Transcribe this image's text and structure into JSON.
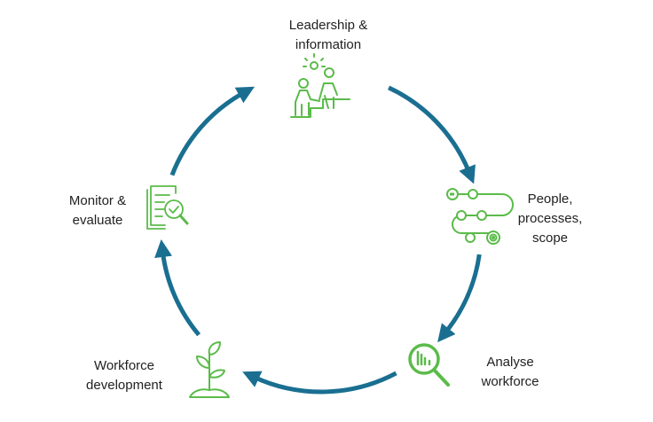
{
  "colors": {
    "arrow": "#1a6f91",
    "icon": "#5bbb4a",
    "text": "#222222"
  },
  "steps": [
    {
      "label": "Leadership & information",
      "lines": [
        "Leadership &",
        "information"
      ],
      "icon": "leadership-climb-icon"
    },
    {
      "label": "People, processes, scope",
      "lines": [
        "People,",
        "processes,",
        "scope"
      ],
      "icon": "process-path-icon"
    },
    {
      "label": "Analyse workforce",
      "lines": [
        "Analyse",
        "workforce"
      ],
      "icon": "magnifier-chart-icon"
    },
    {
      "label": "Workforce development",
      "lines": [
        "Workforce",
        "development"
      ],
      "icon": "sprout-icon"
    },
    {
      "label": "Monitor & evaluate",
      "lines": [
        "Monitor &",
        "evaluate"
      ],
      "icon": "checklist-magnifier-icon"
    }
  ]
}
